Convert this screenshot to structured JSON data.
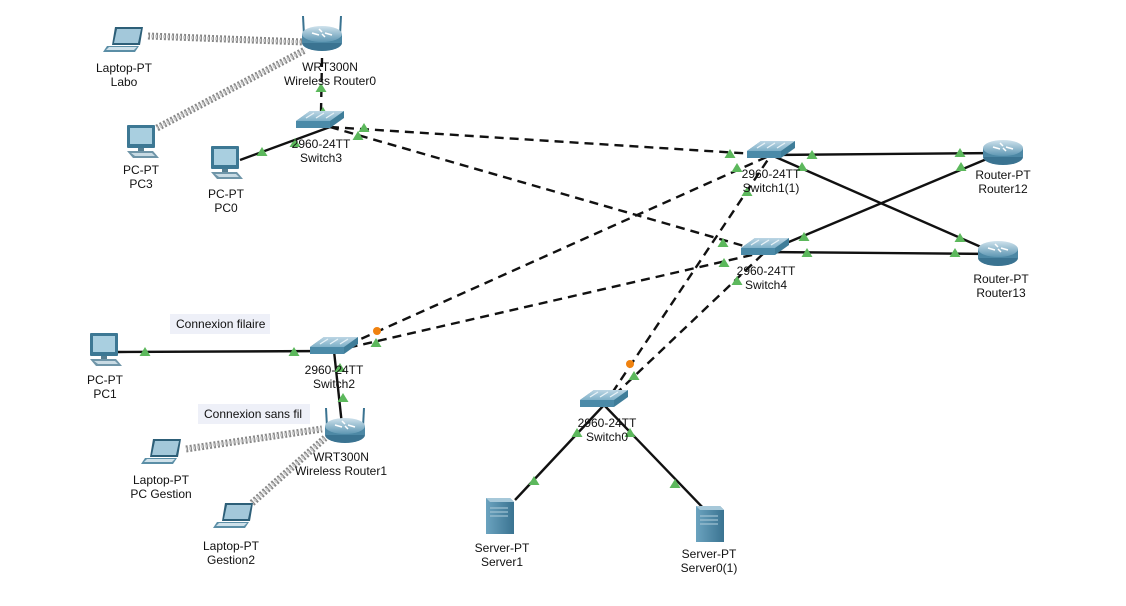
{
  "notes": [
    {
      "id": "note-wired",
      "text": "Connexion filaire"
    },
    {
      "id": "note-wireless",
      "text": "Connexion sans fil"
    }
  ],
  "devices": [
    {
      "id": "laptop-labo",
      "type": "laptop-icon",
      "model": "Laptop-PT",
      "name": "Labo"
    },
    {
      "id": "pc3",
      "type": "pc-icon",
      "model": "PC-PT",
      "name": "PC3"
    },
    {
      "id": "pc0",
      "type": "pc-icon",
      "model": "PC-PT",
      "name": "PC0"
    },
    {
      "id": "wr0",
      "type": "wireless-router-icon",
      "model": "WRT300N",
      "name": "Wireless Router0"
    },
    {
      "id": "sw3",
      "type": "switch-icon",
      "model": "2960-24TT",
      "name": "Switch3"
    },
    {
      "id": "sw1",
      "type": "switch-icon",
      "model": "2960-24TT",
      "name": "Switch1(1)"
    },
    {
      "id": "sw4",
      "type": "switch-icon",
      "model": "2960-24TT",
      "name": "Switch4"
    },
    {
      "id": "r12",
      "type": "router-icon",
      "model": "Router-PT",
      "name": "Router12"
    },
    {
      "id": "r13",
      "type": "router-icon",
      "model": "Router-PT",
      "name": "Router13"
    },
    {
      "id": "pc1",
      "type": "pc-icon",
      "model": "PC-PT",
      "name": "PC1"
    },
    {
      "id": "sw2",
      "type": "switch-icon",
      "model": "2960-24TT",
      "name": "Switch2"
    },
    {
      "id": "wr1",
      "type": "wireless-router-icon",
      "model": "WRT300N",
      "name": "Wireless Router1"
    },
    {
      "id": "laptop-gestion",
      "type": "laptop-icon",
      "model": "Laptop-PT",
      "name": "PC Gestion"
    },
    {
      "id": "laptop-gestion2",
      "type": "laptop-icon",
      "model": "Laptop-PT",
      "name": "Gestion2"
    },
    {
      "id": "sw0",
      "type": "switch-icon",
      "model": "2960-24TT",
      "name": "Switch0"
    },
    {
      "id": "srv1",
      "type": "server-icon",
      "model": "Server-PT",
      "name": "Server1"
    },
    {
      "id": "srv0",
      "type": "server-icon",
      "model": "Server-PT",
      "name": "Server0(1)"
    }
  ],
  "links": [
    {
      "from": "laptop-labo",
      "to": "wr0",
      "kind": "wireless"
    },
    {
      "from": "pc3",
      "to": "wr0",
      "kind": "wireless"
    },
    {
      "from": "laptop-gestion",
      "to": "wr1",
      "kind": "wireless"
    },
    {
      "from": "laptop-gestion2",
      "to": "wr1",
      "kind": "wireless"
    },
    {
      "from": "wr0",
      "to": "sw3",
      "kind": "crossover",
      "status": [
        "up",
        "up"
      ]
    },
    {
      "from": "pc0",
      "to": "sw3",
      "kind": "straight",
      "status": [
        "up",
        "up"
      ]
    },
    {
      "from": "sw3",
      "to": "sw1",
      "kind": "crossover",
      "status": [
        "up",
        "up"
      ]
    },
    {
      "from": "sw3",
      "to": "sw4",
      "kind": "crossover",
      "status": [
        "up",
        "up"
      ]
    },
    {
      "from": "sw1",
      "to": "r12",
      "kind": "straight",
      "status": [
        "up",
        "up"
      ]
    },
    {
      "from": "sw1",
      "to": "r13",
      "kind": "straight",
      "status": [
        "up",
        "up"
      ]
    },
    {
      "from": "sw4",
      "to": "r12",
      "kind": "straight",
      "status": [
        "up",
        "up"
      ]
    },
    {
      "from": "sw4",
      "to": "r13",
      "kind": "straight",
      "status": [
        "up",
        "up"
      ]
    },
    {
      "from": "pc1",
      "to": "sw2",
      "kind": "straight",
      "status": [
        "up",
        "up"
      ]
    },
    {
      "from": "sw2",
      "to": "sw1",
      "kind": "crossover",
      "status": [
        "orange",
        "up"
      ]
    },
    {
      "from": "sw2",
      "to": "sw4",
      "kind": "crossover",
      "status": [
        "up",
        "up"
      ]
    },
    {
      "from": "sw2",
      "to": "wr1",
      "kind": "straight",
      "status": [
        "up",
        "up"
      ]
    },
    {
      "from": "sw0",
      "to": "sw1",
      "kind": "crossover",
      "status": [
        "orange",
        "up"
      ]
    },
    {
      "from": "sw0",
      "to": "sw4",
      "kind": "crossover",
      "status": [
        "up",
        "up"
      ]
    },
    {
      "from": "sw0",
      "to": "srv1",
      "kind": "straight",
      "status": [
        "up",
        "up"
      ]
    },
    {
      "from": "sw0",
      "to": "srv0",
      "kind": "straight",
      "status": [
        "up",
        "up"
      ]
    }
  ],
  "colors": {
    "link": "#111111",
    "port_up": "#5cb85c",
    "port_orange": "#f0820f",
    "device_fill": "#4f8fae",
    "device_light": "#a9cbdc",
    "note_bg": "#eef0f8"
  }
}
